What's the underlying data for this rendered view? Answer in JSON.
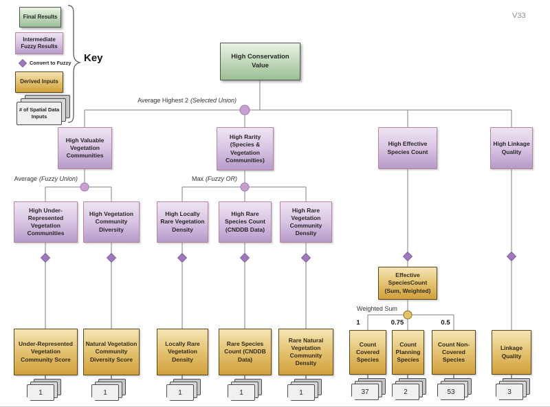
{
  "version_label": "V33",
  "key": {
    "title": "Key",
    "final_results": "Final Results",
    "intermediate_fuzzy_results": "Intermediate Fuzzy Results",
    "convert_to_fuzzy": "Convert to Fuzzy",
    "derived_inputs": "Derived Inputs",
    "spatial_data_inputs": "# of Spatial Data Inputs"
  },
  "operators": {
    "root_plain": "Average Highest 2",
    "root_italic": "(Selected Union)",
    "valuable_plain": "Average",
    "valuable_italic": "(Fuzzy Union)",
    "rarity_plain": "Max",
    "rarity_italic": "(Fuzzy OR)",
    "weighted_sum": "Weighted Sum"
  },
  "weights": {
    "covered": "1",
    "planning": "0.75",
    "non_covered": "0.5"
  },
  "nodes": {
    "root": "High Conservation Value",
    "hvvc": "High Valuable Vegetation Communities",
    "hr": "High Rarity (Species & Vegetation Communities)",
    "hesc": "High Effective Species Count",
    "hlq": "High Linkage Quality",
    "hurvc": "High Under-Represented Vegetation Communities",
    "hvcd": "High Vegetation Community Diversity",
    "hlrvd": "High Locally Rare Vegetation Density",
    "hrsc": "High Rare Species Count (CNDDB Data)",
    "hrvcd": "High Rare Vegetation Community Density",
    "esc": "Effective SpeciesCount (Sum, Weighted)",
    "urvcs": "Under-Represented Vegetation Community Score",
    "nvcds": "Natural Vegetation Community Diversity Score",
    "lrvd": "Locally Rare Vegetation Density",
    "rsc": "Rare Species Count (CNDDB Data)",
    "rnvcd": "Rare Natural Vegetation Community Density",
    "ccs": "Count Covered Species",
    "cps": "Count Planning Species",
    "cncs": "Count Non-Covered Species",
    "lq": "Linkage Quality"
  },
  "input_counts": {
    "urvcs": "1",
    "nvcds": "1",
    "lrvd": "1",
    "rsc": "1",
    "rnvcd": "1",
    "ccs": "37",
    "cps": "2",
    "cncs": "53",
    "lq": "3"
  },
  "colors": {
    "final_results_fill": "#9bbe95",
    "intermediate_fill": "#b69bca",
    "derived_fill": "#d1a03d",
    "diamond_fill": "#9e77bd",
    "junction_circle_fill": "#c99fce",
    "weighted_circle_fill": "#e3c464",
    "connector_line": "#7f7f7f"
  }
}
